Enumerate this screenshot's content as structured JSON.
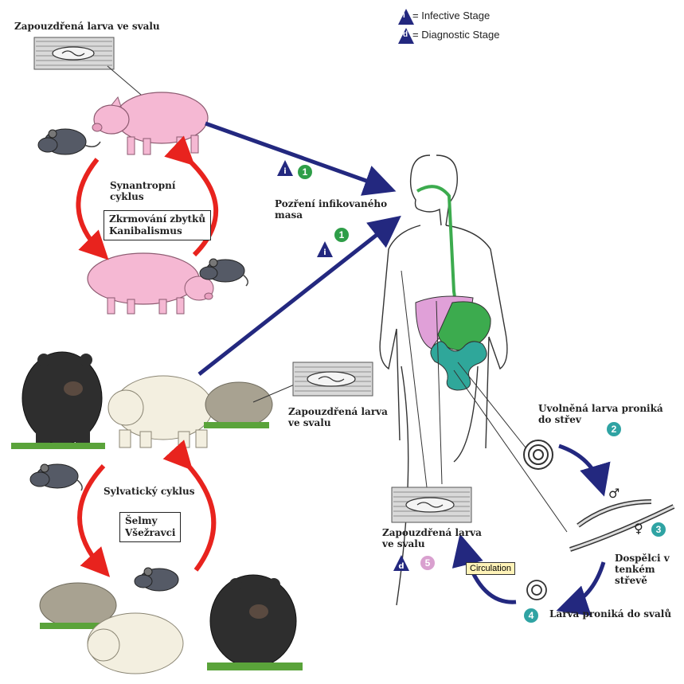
{
  "legend": {
    "infective_letter": "i",
    "infective_label": "= Infective Stage",
    "diagnostic_letter": "d",
    "diagnostic_label": "= Diagnostic Stage"
  },
  "labels": {
    "top_larva": "Zapouzdřená larva ve svalu",
    "synantropic_cycle": "Synantropní\ncyklus",
    "synantropic_box": "Zkrmování zbytků\nKanibalismus",
    "ingestion": "Pozření infikovaného\nmasa",
    "mid_larva": "Zapouzdřená larva\nve svalu",
    "sylvatic_cycle": "Sylvatický cyklus",
    "sylvatic_box": "Šelmy\nVšežravci",
    "released_larva": "Uvolněná larva proniká\ndo střev",
    "adults": "Dospělci v\ntenkém střevě",
    "larva_to_muscle": "Larva proniká do svalů",
    "bottom_larva": "Zapouzdřená larva\nve svalu",
    "circulation": "Circulation"
  },
  "steps": {
    "s1a": "1",
    "s1b": "1",
    "s2": "2",
    "s3": "3",
    "s4": "4",
    "s5": "5",
    "male_symbol": "♂",
    "female_symbol": "♀"
  },
  "colors": {
    "blue_arrow": "#23287f",
    "red_arrow": "#e8231e",
    "step_green": "#2e9e48",
    "step_teal": "#2fa3a3",
    "step_pink": "#d9a0cf",
    "pig": "#f5b8d3",
    "liver": "#e0a0d8",
    "stomach": "#3cab4e",
    "intestine": "#2fa79a"
  }
}
